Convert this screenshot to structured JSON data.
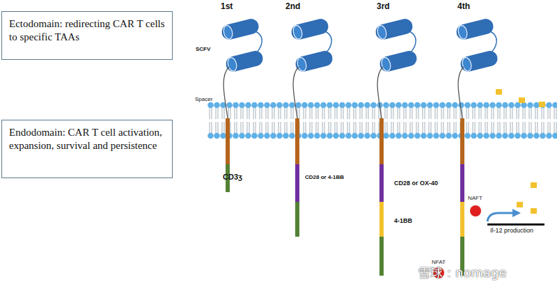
{
  "diagram": {
    "nodes": [
      {
        "text": [
          "Ectodomain: redirecting CAR T cells to specific TAAs"
        ]
      },
      {
        "text": [
          "Endodomain: CAR T cell activation, expansion, survival and persistence"
        ]
      }
    ],
    "labels": [
      "1st",
      "2nd",
      "3rd",
      "4th",
      "SCFV",
      "Spacer",
      "CD3ʒ",
      "CD28 or 4-1BB",
      "CD28 or OX-40",
      "4-1BB",
      "NAFT",
      "NFAT",
      "Il-12 production",
      "雪球：nomage"
    ]
  }
}
